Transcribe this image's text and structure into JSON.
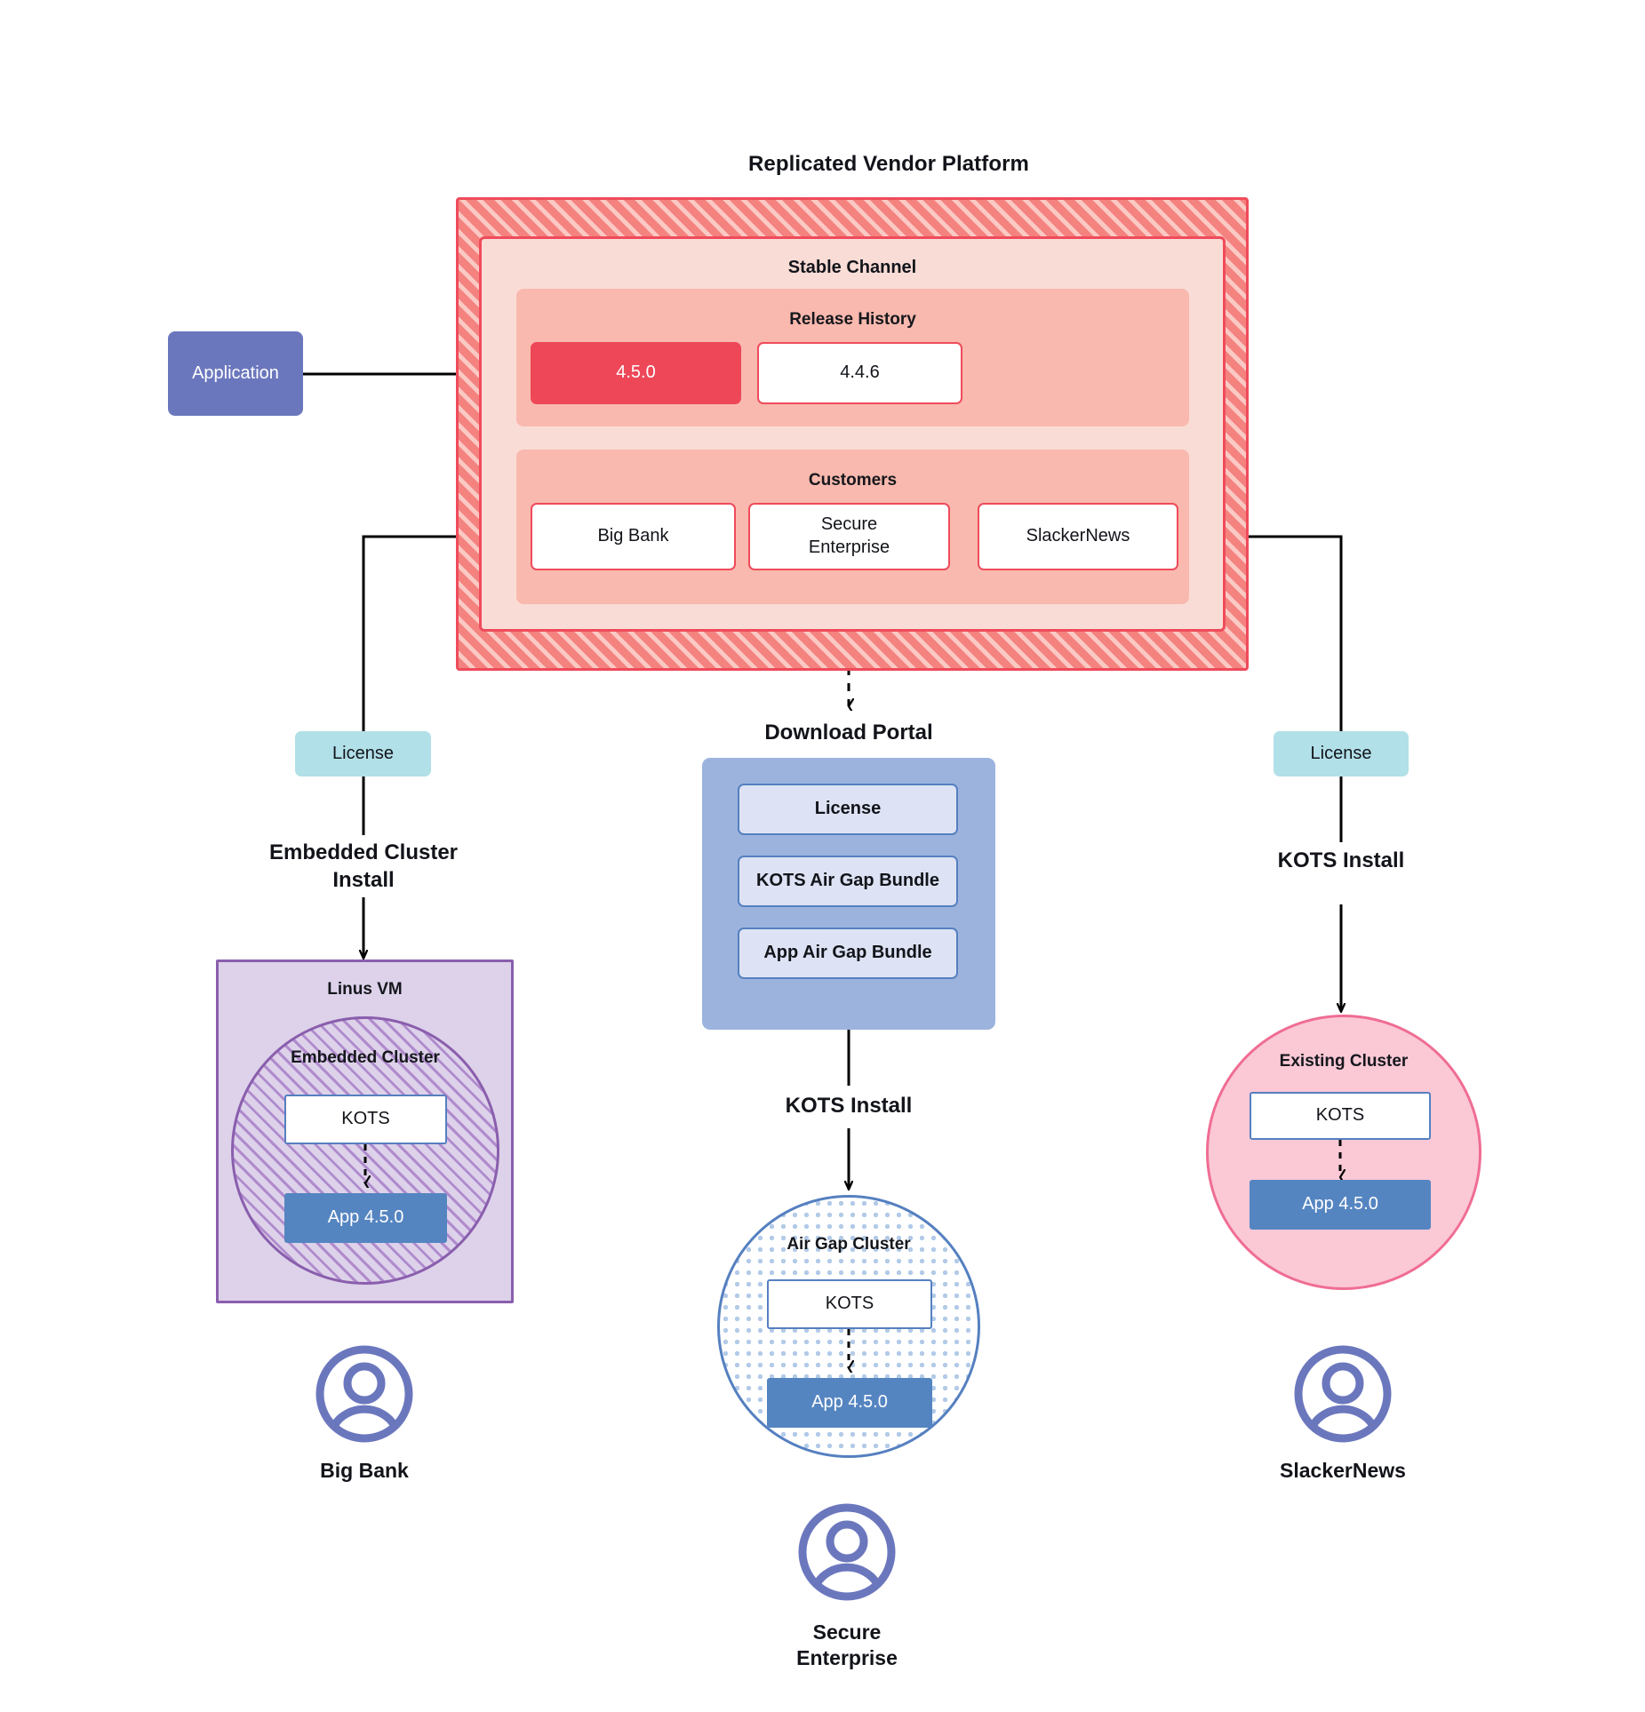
{
  "diagram": {
    "title": "Replicated Vendor Platform",
    "platform": {
      "channel_label": "Stable Channel",
      "release_history": {
        "label": "Release History",
        "releases": [
          {
            "version": "4.5.0",
            "state": "current"
          },
          {
            "version": "4.4.6",
            "state": "past"
          }
        ]
      },
      "customers": {
        "label": "Customers",
        "items": [
          {
            "name": "Big Bank"
          },
          {
            "name": "Secure\nEnterprise"
          },
          {
            "name": "SlackerNews"
          }
        ]
      }
    },
    "application_node": {
      "label": "Application"
    },
    "licenses": {
      "left": "License",
      "right": "License"
    },
    "install_labels": {
      "left": "Embedded Cluster\nInstall",
      "center": "KOTS Install",
      "right": "KOTS Install"
    },
    "download_portal": {
      "title": "Download  Portal",
      "items": [
        {
          "label": "License"
        },
        {
          "label": "KOTS Air Gap Bundle"
        },
        {
          "label": "App Air Gap Bundle"
        }
      ]
    },
    "targets": {
      "left": {
        "vm_label": "Linus VM",
        "cluster_label": "Embedded Cluster",
        "kots_label": "KOTS",
        "app_label": "App 4.5.0"
      },
      "center": {
        "cluster_label": "Air Gap Cluster",
        "kots_label": "KOTS",
        "app_label": "App 4.5.0"
      },
      "right": {
        "cluster_label": "Existing Cluster",
        "kots_label": "KOTS",
        "app_label": "App 4.5.0"
      }
    },
    "personas": [
      {
        "name": "Big Bank"
      },
      {
        "name": "Secure\nEnterprise"
      },
      {
        "name": "SlackerNews"
      }
    ],
    "colors": {
      "platform_hatch": "#f4827f",
      "platform_border": "#ef4b5b",
      "channel_bg": "#fadcd6",
      "band_bg": "#f9b9ae",
      "release_current": "#ed4758",
      "application": "#6b77bd",
      "license": "#b2e0e8",
      "portal": "#9cb3dd",
      "portal_item": "#dde3f4",
      "vm": "#ddd2ea",
      "vm_border": "#8a5ead",
      "airgap_border": "#5580c0",
      "existing_cluster": "#fbc8d6",
      "existing_cluster_border": "#ef6d93",
      "app_version": "#5585c1",
      "connector": "#000000"
    }
  }
}
